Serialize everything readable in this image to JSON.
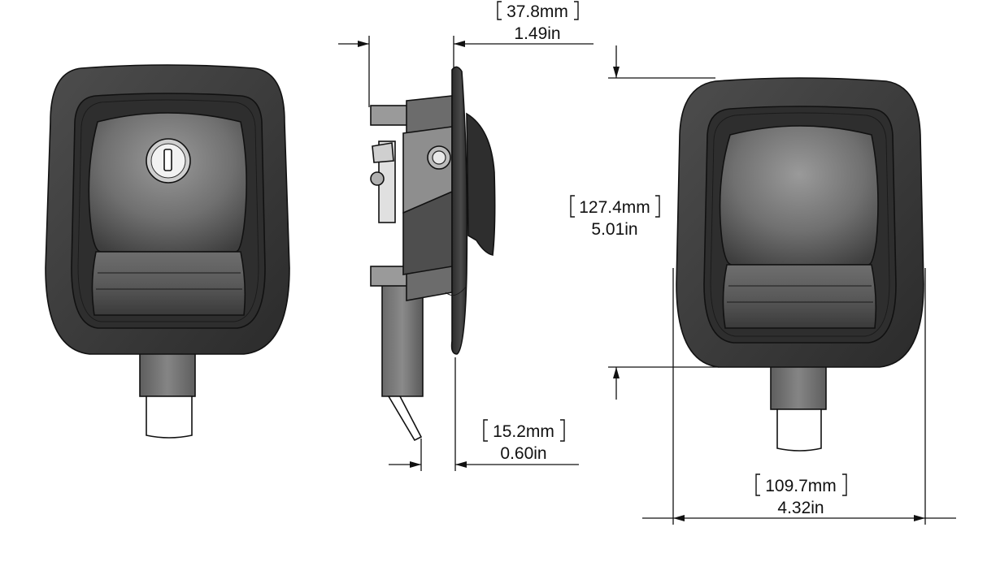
{
  "dimensions": {
    "depth": {
      "metric": "37.8mm",
      "imperial": "1.49in"
    },
    "height": {
      "metric": "127.4mm",
      "imperial": "5.01in"
    },
    "flange": {
      "metric": "15.2mm",
      "imperial": "0.60in"
    },
    "width": {
      "metric": "109.7mm",
      "imperial": "4.32in"
    }
  },
  "colors": {
    "body_dark": "#3a3a3a",
    "body_mid": "#5a5a5a",
    "paddle_light": "#8c8c8c",
    "stem_gray": "#7a7a7a",
    "line": "#111111",
    "background": "#ffffff"
  }
}
